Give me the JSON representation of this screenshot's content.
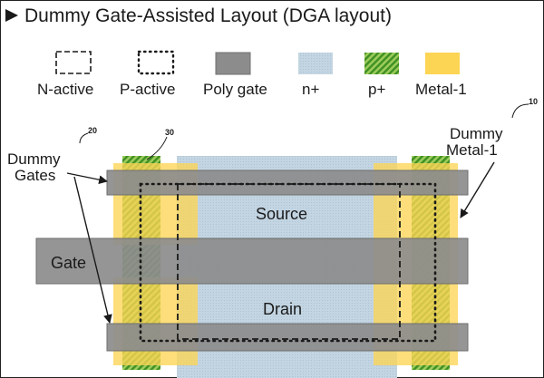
{
  "title": "Dummy Gate-Assisted Layout (DGA layout)",
  "legend": [
    {
      "id": "n-active",
      "label": "N-active"
    },
    {
      "id": "p-active",
      "label": "P-active"
    },
    {
      "id": "poly-gate",
      "label": "Poly gate"
    },
    {
      "id": "n-plus",
      "label": "n+"
    },
    {
      "id": "p-plus",
      "label": "p+"
    },
    {
      "id": "metal-1",
      "label": "Metal-1"
    }
  ],
  "labels": {
    "dummy_gates_line1": "Dummy",
    "dummy_gates_line2": "Gates",
    "dummy_metal_line1": "Dummy",
    "dummy_metal_line2": "Metal-1",
    "gate": "Gate",
    "source": "Source",
    "drain": "Drain",
    "ref_20": "20",
    "ref_30": "30",
    "ref_10": "10"
  },
  "colors": {
    "poly": "#8c8c8c",
    "n_plus": "#c3d5e2",
    "p_plus": "#3f9a28",
    "metal": "#fdd554"
  }
}
